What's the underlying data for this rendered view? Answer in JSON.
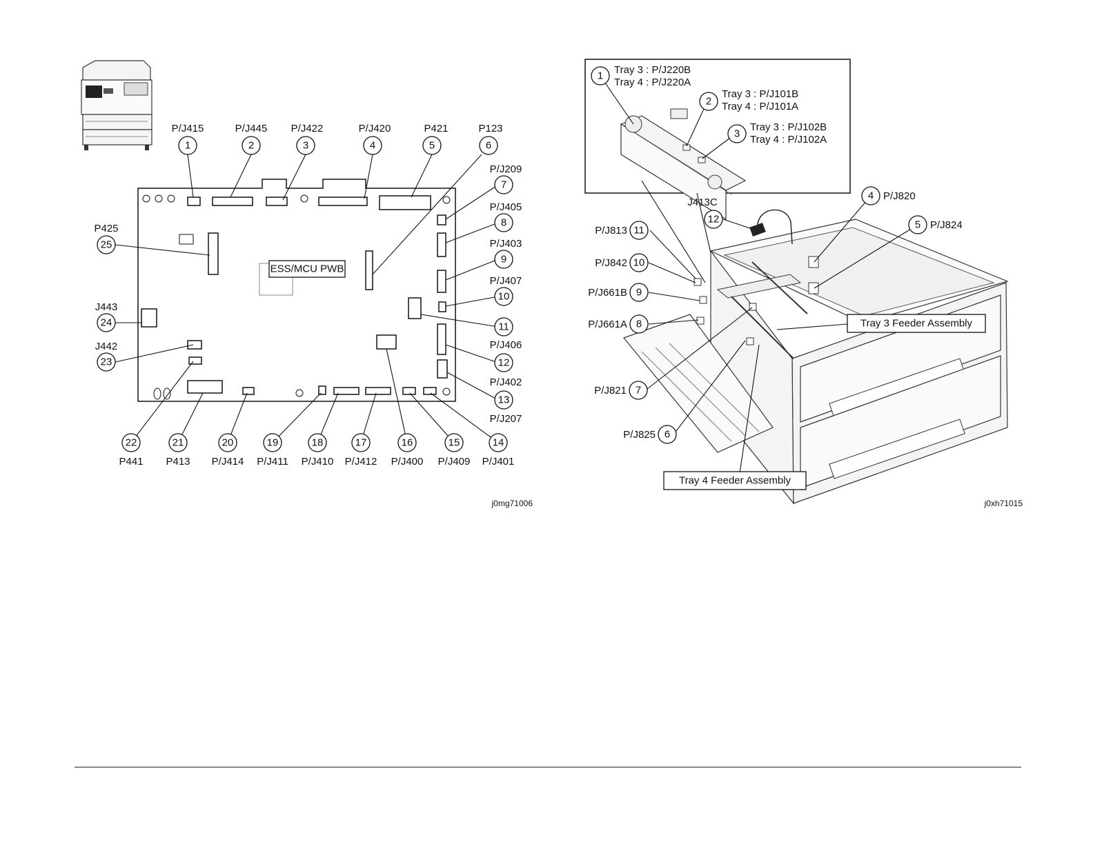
{
  "left_figure": {
    "board_label": "ESS/MCU PWB",
    "figure_id": "j0mg71006",
    "callouts": [
      {
        "n": "1",
        "label": "P/J415"
      },
      {
        "n": "2",
        "label": "P/J445"
      },
      {
        "n": "3",
        "label": "P/J422"
      },
      {
        "n": "4",
        "label": "P/J420"
      },
      {
        "n": "5",
        "label": "P421"
      },
      {
        "n": "6",
        "label": "P123"
      },
      {
        "n": "7",
        "label": "P/J209"
      },
      {
        "n": "8",
        "label": "P/J405"
      },
      {
        "n": "9",
        "label": "P/J403"
      },
      {
        "n": "10",
        "label": "P/J407"
      },
      {
        "n": "11",
        "label": ""
      },
      {
        "n": "12",
        "label": "P/J406"
      },
      {
        "n": "13",
        "label": "P/J402"
      },
      {
        "n": "14",
        "label": "P/J401"
      },
      {
        "n": "15",
        "label": "P/J409"
      },
      {
        "n": "16",
        "label": "P/J400"
      },
      {
        "n": "17",
        "label": "P/J412"
      },
      {
        "n": "18",
        "label": "P/J410"
      },
      {
        "n": "19",
        "label": "P/J411"
      },
      {
        "n": "20",
        "label": "P/J414"
      },
      {
        "n": "21",
        "label": "P413"
      },
      {
        "n": "22",
        "label": "P441"
      },
      {
        "n": "23",
        "label": "J442"
      },
      {
        "n": "24",
        "label": "J443"
      },
      {
        "n": "25",
        "label": "P425"
      }
    ],
    "extra_label": "P/J207"
  },
  "right_figure": {
    "figure_id": "j0xh71015",
    "inset_callouts": [
      {
        "n": "1",
        "line1": "Tray 3 : P/J220B",
        "line2": "Tray 4 : P/J220A"
      },
      {
        "n": "2",
        "line1": "Tray 3 : P/J101B",
        "line2": "Tray 4 : P/J101A"
      },
      {
        "n": "3",
        "line1": "Tray 3 : P/J102B",
        "line2": "Tray 4 : P/J102A"
      }
    ],
    "callouts": [
      {
        "n": "4",
        "label": "P/J820"
      },
      {
        "n": "5",
        "label": "P/J824"
      },
      {
        "n": "6",
        "label": "P/J825"
      },
      {
        "n": "7",
        "label": "P/J821"
      },
      {
        "n": "8",
        "label": "P/J661A"
      },
      {
        "n": "9",
        "label": "P/J661B"
      },
      {
        "n": "10",
        "label": "P/J842"
      },
      {
        "n": "11",
        "label": "P/J813"
      },
      {
        "n": "12",
        "label": "J413C"
      }
    ],
    "tray3_label": "Tray 3 Feeder Assembly",
    "tray4_label": "Tray 4 Feeder Assembly"
  }
}
